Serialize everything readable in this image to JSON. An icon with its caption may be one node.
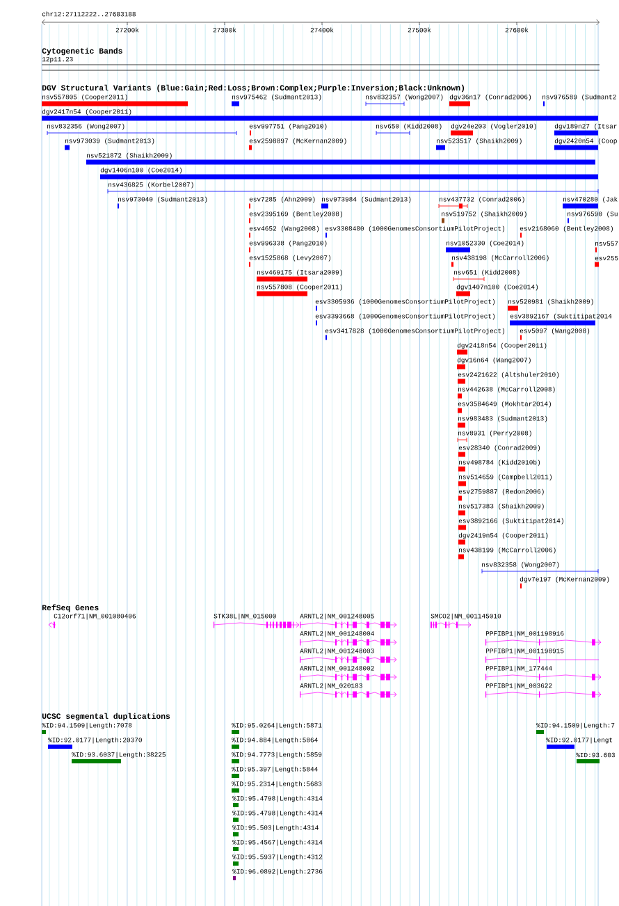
{
  "diagram": {
    "labels": [
      "chr12:27112222..27683188",
      "27200k",
      "27300k",
      "27400k",
      "27500k",
      "27600k",
      "Cytogenetic Bands",
      "12p11.23",
      "DGV Structural Variants (Blue:Gain;Red:Loss;Brown:Complex;Purple:Inversion;Black:Unknown)",
      "nsv557805 (Cooper2011)",
      "nsv975462 (Sudmant2013)",
      "nsv832357 (Wong2007)",
      "dgv36n17 (Conrad2006)",
      "nsv976589 (Sudmant2",
      "dgv2417n54 (Cooper2011)",
      "nsv832356 (Wong2007)",
      "esv997751 (Pang2010)",
      "nsv650 (Kidd2008)",
      "dgv24e203 (Vogler2010)",
      "dgv189n27 (Itsar",
      "nsv973039 (Sudmant2013)",
      "esv2598897 (McKernan2009)",
      "nsv523517 (Shaikh2009)",
      "dgv2420n54 (Coop",
      "nsv521872 (Shaikh2009)",
      "dgv1406n100 (Coe2014)",
      "nsv436825 (Korbel2007)",
      "nsv973040 (Sudmant2013)",
      "esv7285 (Ahn2009)",
      "nsv973984 (Sudmant2013)",
      "nsv437732 (Conrad2006)",
      "nsv470280 (Jak",
      "esv2395169 (Bentley2008)",
      "nsv519752 (Shaikh2009)",
      "nsv976590 (Su",
      "esv4652 (Wang2008)",
      "esv3308480 (1000GenomesConsortiumPilotProject)",
      "esv2168060 (Bentley2008)",
      "esv996338 (Pang2010)",
      "nsv1052330 (Coe2014)",
      "nsv557",
      "esv1525868 (Levy2007)",
      "nsv438198 (McCarroll2006)",
      "esv255",
      "nsv469175 (Itsara2009)",
      "nsv651 (Kidd2008)",
      "nsv557808 (Cooper2011)",
      "dgv1407n100 (Coe2014)",
      "esv3305936 (1000GenomesConsortiumPilotProject)",
      "nsv520981 (Shaikh2009)",
      "esv3393668 (1000GenomesConsortiumPilotProject)",
      "esv3892167 (Suktitipat2014",
      "esv3417828 (1000GenomesConsortiumPilotProject)",
      "esv5097 (Wang2008)",
      "dgv2418n54 (Cooper2011)",
      "dgv16n64 (Wang2007)",
      "esv2421622 (Altshuler2010)",
      "nsv442638 (McCarroll2008)",
      "esv3584649 (Mokhtar2014)",
      "nsv983483 (Sudmant2013)",
      "nsv8931 (Perry2008)",
      "esv28340 (Conrad2009)",
      "nsv498784 (Kidd2010b)",
      "nsv514659 (Campbell2011)",
      "esv2759887 (Redon2006)",
      "nsv517383 (Shaikh2009)",
      "esv3892166 (Suktitipat2014)",
      "dgv2419n54 (Cooper2011)",
      "nsv438199 (McCarroll2006)",
      "nsv832358 (Wong2007)",
      "dgv7e197 (McKernan2009)",
      "RefSeq Genes",
      "C12orf71|NM_001080406",
      "STK38L|NM_015000",
      "ARNTL2|NM_001248005",
      "SMCO2|NM_001145010",
      "ARNTL2|NM_001248004",
      "PPFIBP1|NM_001198916",
      "ARNTL2|NM_001248003",
      "PPFIBP1|NM_001198915",
      "ARNTL2|NM_001248002",
      "PPFIBP1|NM_177444",
      "ARNTL2|NM_020183",
      "PPFIBP1|NM_003622",
      "UCSC segmental duplications",
      "%ID:94.1509|Length:7078",
      "%ID:95.0264|Length:5871",
      "%ID:94.1509|Length:7",
      "%ID:92.0177|Length:20370",
      "%ID:94.884|Length:5864",
      "%ID:92.0177|Lengt",
      "%ID:93.6037|Length:38225",
      "%ID:94.7773|Length:5859",
      "%ID:93.603",
      "%ID:95.397|Length:5844",
      "%ID:95.2314|Length:5683",
      "%ID:95.4798|Length:4314",
      "%ID:95.4798|Length:4314",
      "%ID:95.503|Length:4314",
      "%ID:95.4567|Length:4314",
      "%ID:95.5937|Length:4312",
      "%ID:96.0892|Length:2736"
    ]
  }
}
